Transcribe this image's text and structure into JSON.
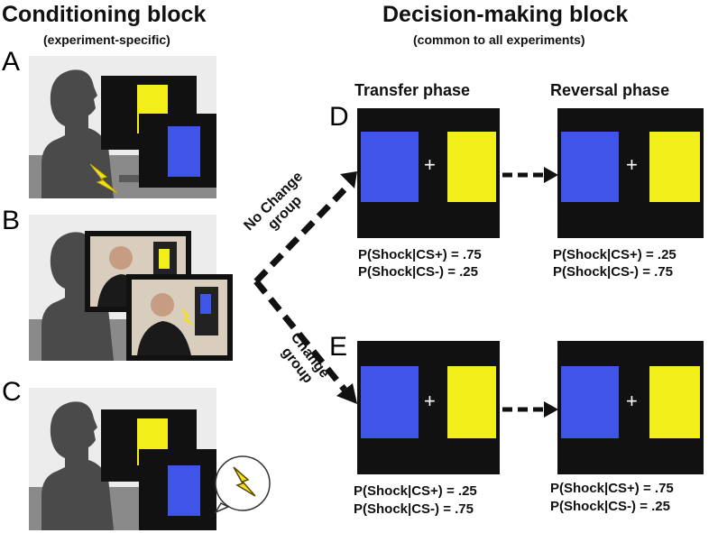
{
  "conditioning": {
    "title": "Conditioning block",
    "subtitle": "(experiment-specific)",
    "panels": [
      {
        "letter": "A"
      },
      {
        "letter": "B"
      },
      {
        "letter": "C"
      }
    ]
  },
  "decision": {
    "title": "Decision-making block",
    "subtitle": "(common to all experiments)",
    "transfer_phase": "Transfer phase",
    "reversal_phase": "Reversal phase",
    "cross": "+",
    "panels": [
      {
        "letter": "D",
        "transfer": {
          "cs_plus": "P(Shock|CS+) = .75",
          "cs_minus": "P(Shock|CS-) = .25"
        },
        "reversal": {
          "cs_plus": "P(Shock|CS+) = .25",
          "cs_minus": "P(Shock|CS-) = .75"
        }
      },
      {
        "letter": "E",
        "transfer": {
          "cs_plus": "P(Shock|CS+) = .25",
          "cs_minus": "P(Shock|CS-) = .75"
        },
        "reversal": {
          "cs_plus": "P(Shock|CS+) = .75",
          "cs_minus": "P(Shock|CS-) = .25"
        }
      }
    ]
  },
  "groups": {
    "no_change": {
      "line1": "No Change",
      "line2": "group"
    },
    "change": {
      "line1": "Change",
      "line2": "group"
    }
  },
  "colors": {
    "blue_stimulus": "#3f55e8",
    "yellow_stimulus": "#f2ee1a",
    "screen": "#111111",
    "silhouette": "#4a4a4a",
    "shock": "#f5e020"
  }
}
